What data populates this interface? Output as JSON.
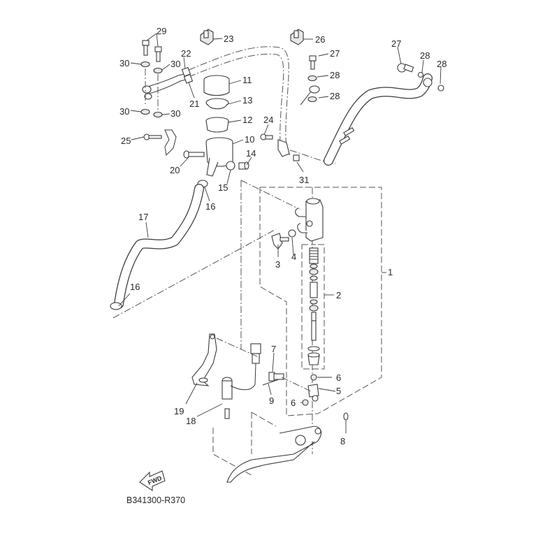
{
  "diagram": {
    "title_code": "B341300-R370",
    "direction_marker": "FWD",
    "colors": {
      "line": "#3a3a3a",
      "background": "#ffffff",
      "text": "#2a2a2a"
    }
  },
  "callouts": {
    "c1": "1",
    "c2": "2",
    "c3": "3",
    "c4": "4",
    "c5": "5",
    "c6a": "6",
    "c6b": "6",
    "c7": "7",
    "c8": "8",
    "c9": "9",
    "c10": "10",
    "c11": "11",
    "c12": "12",
    "c13": "13",
    "c14": "14",
    "c15": "15",
    "c16a": "16",
    "c16b": "16",
    "c17": "17",
    "c18": "18",
    "c19": "19",
    "c20": "20",
    "c21": "21",
    "c22": "22",
    "c23": "23",
    "c24": "24",
    "c25": "25",
    "c26": "26",
    "c27a": "27",
    "c27b": "27",
    "c28a": "28",
    "c28b": "28",
    "c28c": "28",
    "c28d": "28",
    "c29": "29",
    "c30a": "30",
    "c30b": "30",
    "c30c": "30",
    "c30d": "30",
    "c31": "31"
  }
}
